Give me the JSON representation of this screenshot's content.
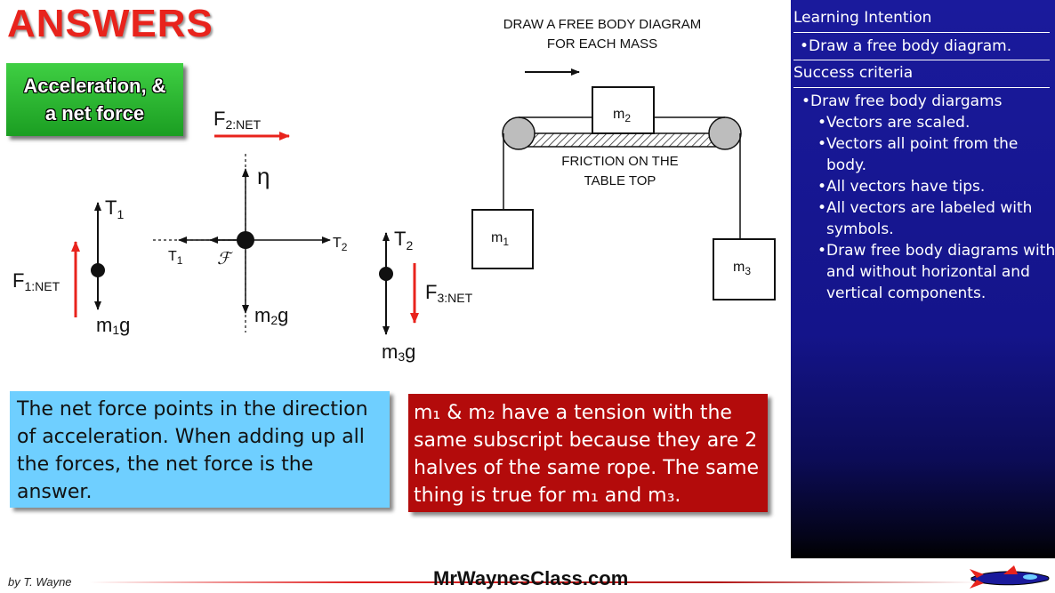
{
  "header": {
    "title": "ANSWERS",
    "topic": "Acceleration, &\na net force"
  },
  "diagram": {
    "instruction_line1": "DRAW A FREE BODY DIAGRAM",
    "instruction_line2": "FOR EACH MASS",
    "friction_line1": "FRICTION ON THE",
    "friction_line2": "TABLE TOP",
    "mass_labels": {
      "m1": {
        "base": "m",
        "sub": "1"
      },
      "m2": {
        "base": "m",
        "sub": "2"
      },
      "m3": {
        "base": "m",
        "sub": "3"
      }
    },
    "fbd1": {
      "tension": {
        "base": "T",
        "sub": "1"
      },
      "weight": {
        "base": "m",
        "sub": "1",
        "tail": "g"
      },
      "net": {
        "base": "F",
        "sub": "1:NET"
      }
    },
    "fbd2": {
      "normal": "η",
      "tension_right": {
        "base": "T",
        "sub": "2"
      },
      "tension_left": {
        "base": "T",
        "sub": "1"
      },
      "friction": "ℱ",
      "weight": {
        "base": "m",
        "sub": "2",
        "tail": "g"
      },
      "net": {
        "base": "F",
        "sub": "2:NET"
      }
    },
    "fbd3": {
      "tension": {
        "base": "T",
        "sub": "2"
      },
      "weight": {
        "base": "m",
        "sub": "3",
        "tail": "g"
      },
      "net": {
        "base": "F",
        "sub": "3:NET"
      }
    }
  },
  "sidebar": {
    "learning_heading": "Learning Intention",
    "learning_items": [
      "Draw a free body diagram."
    ],
    "success_heading": "Success criteria",
    "success_main": "Draw free body diargams",
    "success_sub": [
      "Vectors are scaled.",
      "Vectors all point from the body.",
      "All vectors have tips.",
      "All vectors are labeled with symbols.",
      "Draw free body diagrams with and without horizontal and vertical components."
    ]
  },
  "notes": {
    "blue": "The net force points in the direction of acceleration. When adding up all the forces, the net force is the answer.",
    "red": "m₁ & m₂ have a tension with the same subscript because they are 2 halves of the same rope. The same thing is true for m₁ and m₃."
  },
  "footer": {
    "author": "by T. Wayne",
    "site": "MrWaynesClass.com"
  },
  "colors": {
    "title_red": "#e8231c",
    "net_force_red": "#e8231c",
    "sidebar_blue": "#1a1a9c",
    "note_blue": "#6fcfff",
    "note_red": "#b30b0b",
    "topic_green": "#2db533"
  }
}
